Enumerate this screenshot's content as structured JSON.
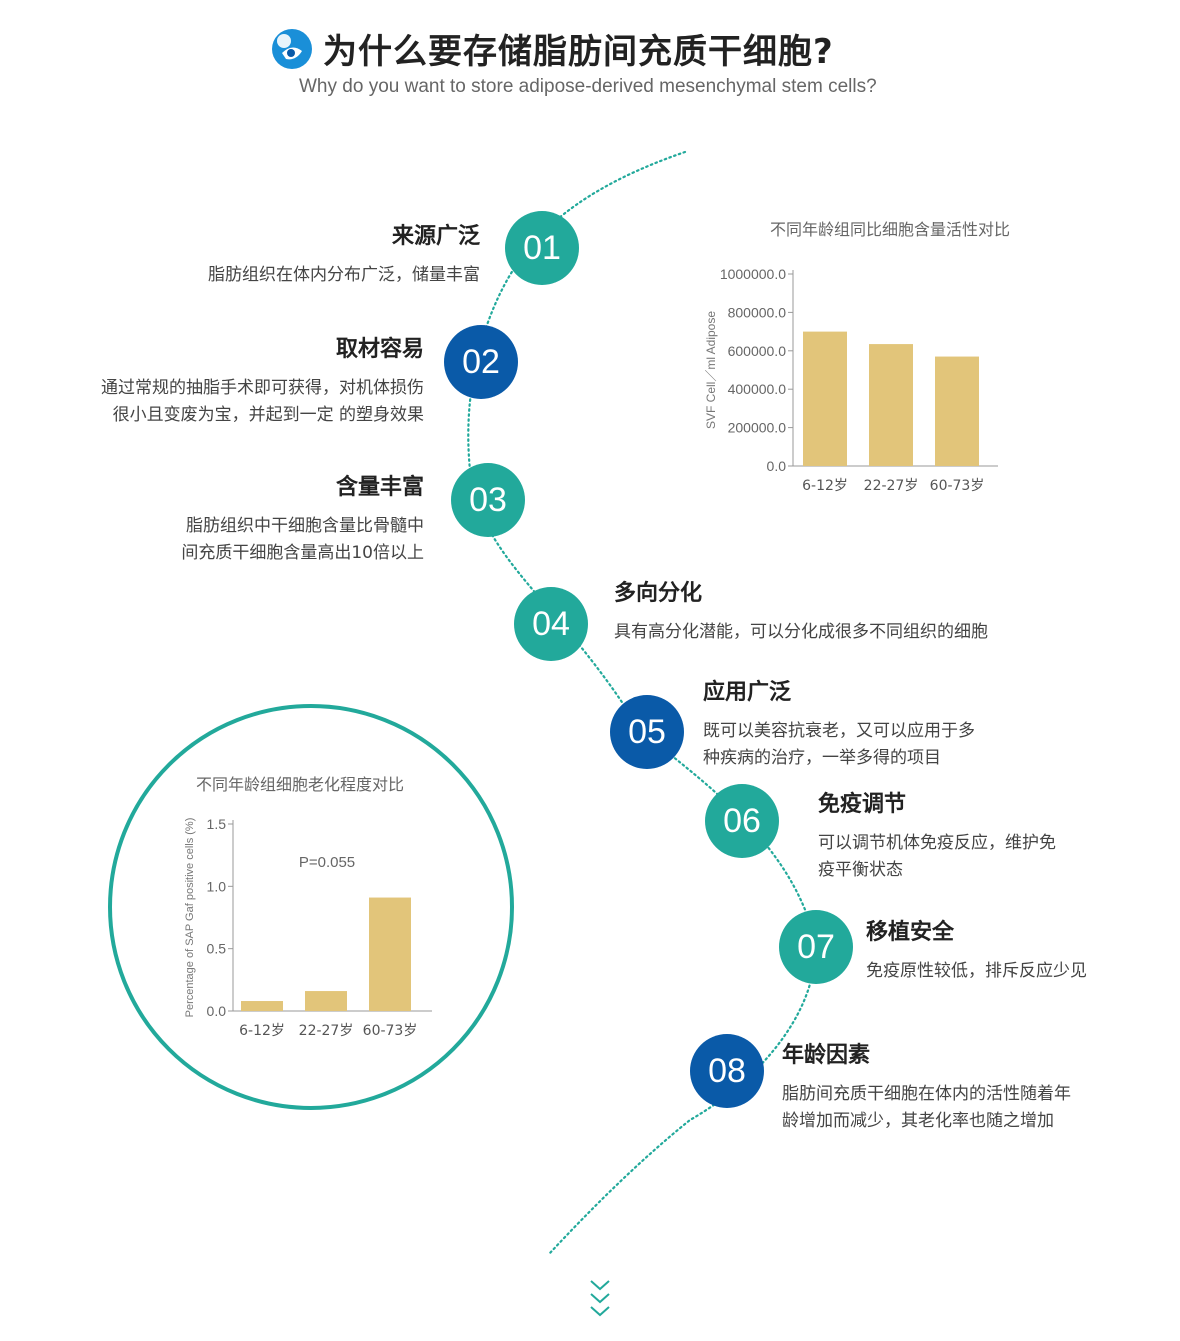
{
  "header": {
    "title": "为什么要存储脂肪间充质干细胞?",
    "subtitle": "Why do you want to store adipose-derived mesenchymal stem cells?",
    "logo_icon": "stem-cell-logo-icon"
  },
  "colors": {
    "teal": "#22a99b",
    "navy": "#0a5aa8",
    "bar": "#e2c57a"
  },
  "items": [
    {
      "num": "01",
      "title": "来源广泛",
      "lines": [
        "脂肪组织在体内分布广泛，储量丰富"
      ]
    },
    {
      "num": "02",
      "title": "取材容易",
      "lines": [
        "通过常规的抽脂手术即可获得，对机体损伤",
        "很小且变废为宝，并起到一定 的塑身效果"
      ]
    },
    {
      "num": "03",
      "title": "含量丰富",
      "lines": [
        "脂肪组织中干细胞含量比骨髓中",
        "间充质干细胞含量高出10倍以上"
      ]
    },
    {
      "num": "04",
      "title": "多向分化",
      "lines": [
        "具有高分化潜能，可以分化成很多不同组织的细胞"
      ]
    },
    {
      "num": "05",
      "title": "应用广泛",
      "lines": [
        "既可以美容抗衰老，又可以应用于多",
        "种疾病的治疗，一举多得的项目"
      ]
    },
    {
      "num": "06",
      "title": "免疫调节",
      "lines": [
        "可以调节机体免疫反应，维护免",
        "疫平衡状态"
      ]
    },
    {
      "num": "07",
      "title": "移植安全",
      "lines": [
        "免疫原性较低，排斥反应少见"
      ]
    },
    {
      "num": "08",
      "title": "年龄因素",
      "lines": [
        "脂肪间充质干细胞在体内的活性随着年",
        "龄增加而减少，其老化率也随之增加"
      ]
    }
  ],
  "chart_data": [
    {
      "type": "bar",
      "title": "不同年龄组同比细胞含量活性对比",
      "ylabel": "SVF Cell／ml Adipose",
      "xlabel": "",
      "categories": [
        "6-12岁",
        "22-27岁",
        "60-73岁"
      ],
      "values": [
        700000,
        635000,
        570000
      ],
      "ylim": [
        0,
        1000000
      ],
      "yticks": [
        "1000000.0",
        "800000.0",
        "600000.0",
        "400000.0",
        "200000.0",
        "0.0"
      ],
      "ytick_values": [
        1000000,
        800000,
        600000,
        400000,
        200000,
        0
      ],
      "grid": false
    },
    {
      "type": "bar",
      "title": "不同年龄组细胞老化程度对比",
      "ylabel": "Percentage of SAP Gaf positive cells (%)",
      "xlabel": "",
      "annotation": "P=0.055",
      "categories": [
        "6-12岁",
        "22-27岁",
        "60-73岁"
      ],
      "values": [
        0.08,
        0.16,
        0.91
      ],
      "ylim": [
        0,
        1.5
      ],
      "yticks": [
        "1.5",
        "1.0",
        "0.5",
        "0.0"
      ],
      "ytick_values": [
        1.5,
        1.0,
        0.5,
        0.0
      ],
      "grid": false
    }
  ]
}
